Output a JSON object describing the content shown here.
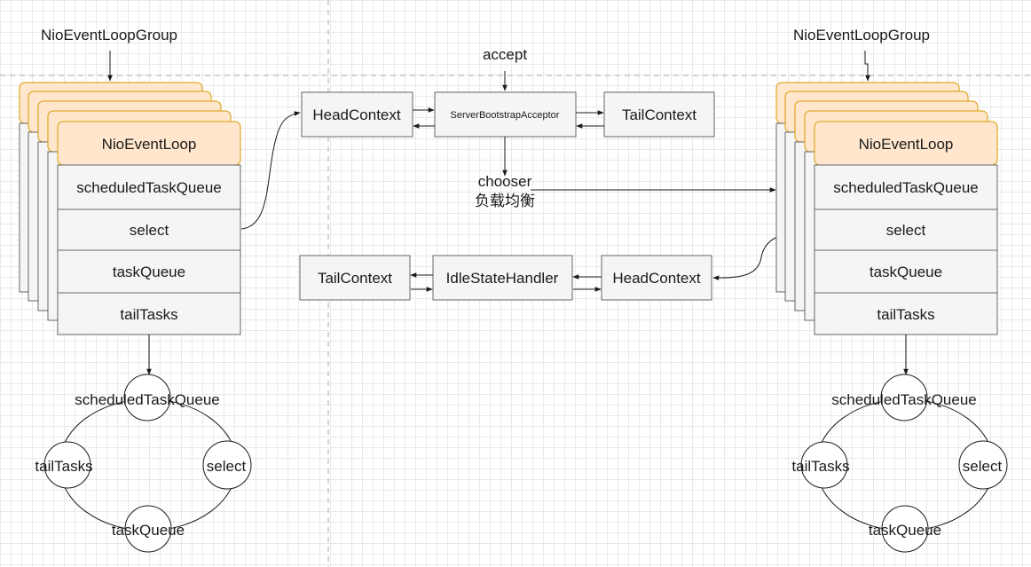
{
  "colors": {
    "loop_header_fill": "#ffe6cc",
    "loop_header_stroke": "#d79b00",
    "box_fill": "#f5f5f5",
    "box_stroke": "#666666"
  },
  "boss_group": {
    "title": "NioEventLoopGroup",
    "loop": {
      "header": "NioEventLoop",
      "rows": [
        "scheduledTaskQueue",
        "select",
        "taskQueue",
        "tailTasks"
      ]
    },
    "cycle": {
      "top": "scheduledTaskQueue",
      "left": "tailTasks",
      "right": "select",
      "bottom": "taskQueue"
    }
  },
  "worker_group": {
    "title": "NioEventLoopGroup",
    "loop": {
      "header": "NioEventLoop",
      "rows": [
        "scheduledTaskQueue",
        "select",
        "taskQueue",
        "tailTasks"
      ]
    },
    "cycle": {
      "top": "scheduledTaskQueue",
      "left": "tailTasks",
      "right": "select",
      "bottom": "taskQueue"
    }
  },
  "boss_pipeline": {
    "event": "accept",
    "head": "HeadContext",
    "acceptor": "ServerBootstrapAcceptor",
    "tail": "TailContext"
  },
  "chooser": {
    "line1": "chooser",
    "line2": "负载均衡"
  },
  "worker_pipeline": {
    "tail": "TailContext",
    "handler": "IdleStateHandler",
    "head": "HeadContext"
  }
}
